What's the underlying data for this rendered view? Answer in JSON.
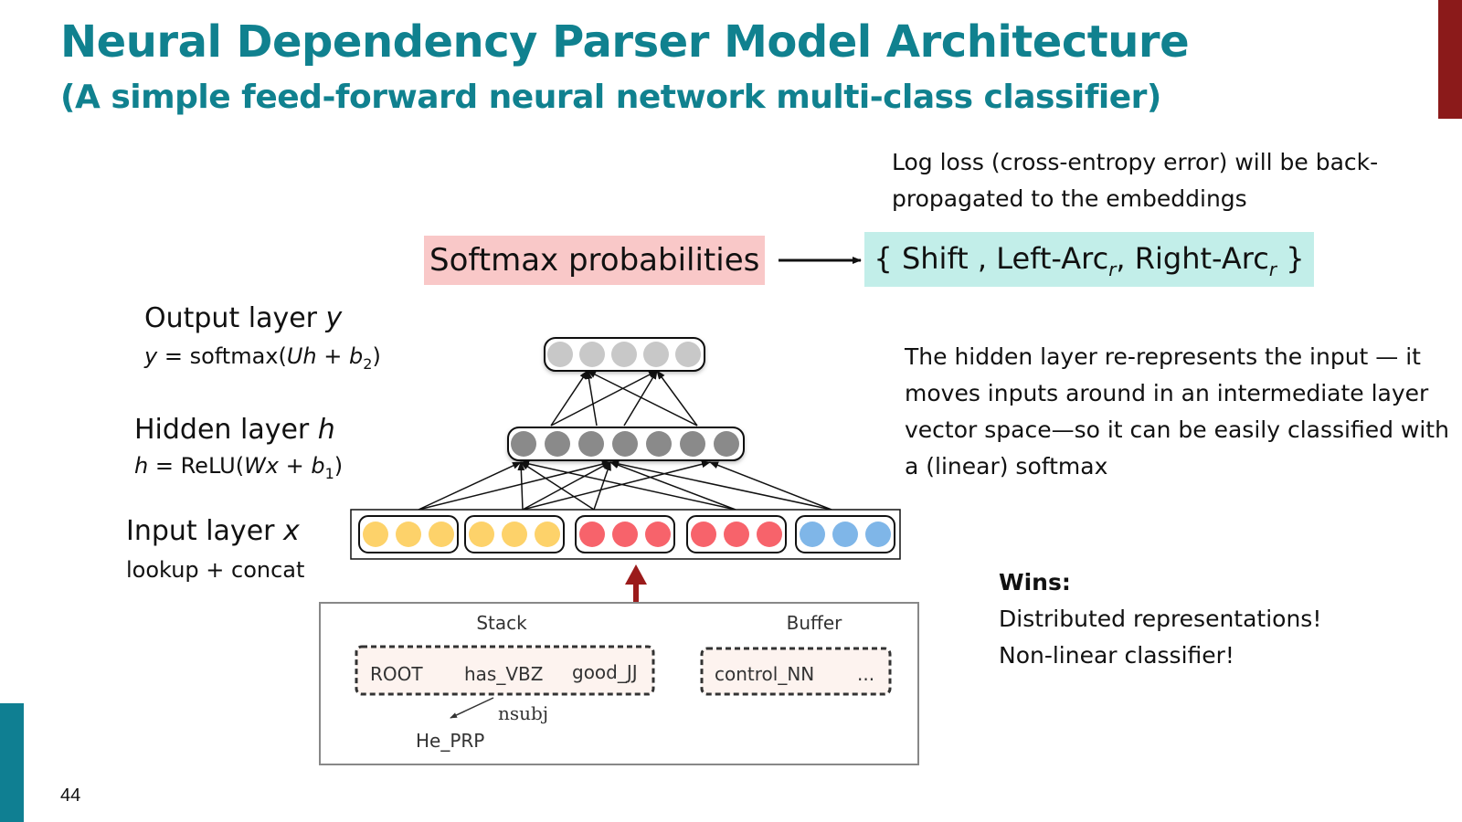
{
  "title": "Neural Dependency Parser Model Architecture",
  "subtitle": "(A simple feed-forward neural network multi-class classifier)",
  "page_number": "44",
  "notes": {
    "backprop": "Log loss (cross-entropy error) will be back-propagated to the embeddings",
    "hidden": "The hidden layer re-represents the input — it moves inputs around in an intermediate layer vector space—so it can be easily classified with a (linear) softmax",
    "wins_title": "Wins:",
    "wins_line1": "Distributed representations!",
    "wins_line2": "Non-linear classifier!"
  },
  "softmax": {
    "label": "Softmax probabilities",
    "actions_open": "{ Shift , Left-Arc",
    "actions_mid": ", Right-Arc",
    "actions_close": " }",
    "subscript": "r"
  },
  "layers": {
    "output": {
      "title_text": "Output layer ",
      "title_var": "y",
      "eq_var": "y",
      "eq_text": " = softmax(",
      "eq_u": "Uh",
      "eq_plus": " + ",
      "eq_b": "b",
      "eq_sub": "2",
      "eq_close": ")"
    },
    "hidden": {
      "title_text": "Hidden layer ",
      "title_var": "h",
      "eq_var": "h",
      "eq_text": " = ReLU(",
      "eq_u": "Wx",
      "eq_plus": " + ",
      "eq_b": "b",
      "eq_sub": "1",
      "eq_close": ")"
    },
    "input": {
      "title_text": "Input layer ",
      "title_var": "x",
      "eq": "lookup + concat"
    }
  },
  "parser_state": {
    "stack_label": "Stack",
    "buffer_label": "Buffer",
    "stack_items": [
      "ROOT",
      "has_VBZ",
      "good_JJ"
    ],
    "buffer_items": [
      "control_NN",
      "..."
    ],
    "arc_label": "nsubj",
    "dependent": "He_PRP"
  },
  "network": {
    "output_nodes": 5,
    "hidden_nodes": 7,
    "input_groups": [
      {
        "color": "#fdd26a",
        "nodes": 3
      },
      {
        "color": "#fdd26a",
        "nodes": 3
      },
      {
        "color": "#f7636b",
        "nodes": 3
      },
      {
        "color": "#f7636b",
        "nodes": 3
      },
      {
        "color": "#7fb6e8",
        "nodes": 3
      }
    ],
    "output_node_color": "#c8c8c8",
    "hidden_node_color": "#8a8a8a",
    "arrow_color": "#9b1b1b"
  }
}
